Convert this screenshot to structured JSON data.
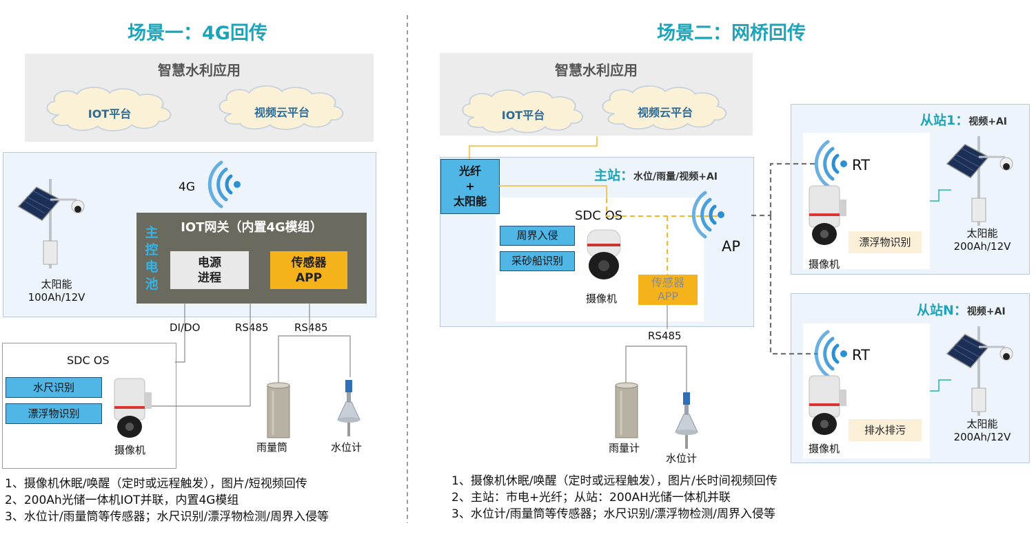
{
  "left": {
    "title": "场景一：4G回传",
    "app_panel": {
      "title": "智慧水利应用",
      "cloud1": "IOT平台",
      "cloud2": "视频云平台"
    },
    "signal_label": "4G",
    "gateway": {
      "title": "IOT网关（内置4G模组）",
      "side_label": "主控电池",
      "power_box": "电源进程",
      "sensor_box": "传感器APP"
    },
    "solar_label": "太阳能\n100Ah/12V",
    "ports": {
      "dido": "DI/DO",
      "rs485a": "RS485",
      "rs485b": "RS485"
    },
    "sdc": {
      "title": "SDC OS",
      "tag1": "水尺识别",
      "tag2": "漂浮物识别",
      "camera": "摄像机"
    },
    "sensors": {
      "rain": "雨量筒",
      "water": "水位计"
    },
    "notes": [
      "1、摄像机休眠/唤醒（定时或远程触发），图片/短视频回传",
      "2、200Ah光储一体机IOT并联，内置4G模组",
      "3、水位计/雨量筒等传感器；水尺识别/漂浮物检测/周界入侵等"
    ]
  },
  "right": {
    "title": "场景二：网桥回传",
    "app_panel": {
      "title": "智慧水利应用",
      "cloud1": "IOT平台",
      "cloud2": "视频云平台"
    },
    "fiber_box": "光纤\n+\n太阳能",
    "main_station": {
      "label": "主站：",
      "desc": "水位/雨量/视频+AI"
    },
    "sdc_title": "SDC OS",
    "tag1": "周界入侵",
    "tag2": "采砂船识别",
    "camera": "摄像机",
    "sensor_app": "传感器\nAPP",
    "ap": "AP",
    "rs485": "RS485",
    "sensors": {
      "rain": "雨量计",
      "water": "水位计"
    },
    "slave1": {
      "label": "从站1：",
      "desc": "视频+AI",
      "rt": "RT",
      "tag": "漂浮物识别",
      "camera": "摄像机",
      "solar": "太阳能\n200Ah/12V"
    },
    "slaveN": {
      "label": "从站N：",
      "desc": "视频+AI",
      "rt": "RT",
      "tag": "排水排污",
      "camera": "摄像机",
      "solar": "太阳能\n200Ah/12V"
    },
    "notes": [
      "1、摄像机休眠/唤醒（定时或远程触发），图片/长时间视频回传",
      "2、主站：市电+光纤；从站：200AH光储一体机并联",
      "3、水位计/雨量筒等传感器；水尺识别/漂浮物检测/周界入侵等"
    ]
  },
  "colors": {
    "title": "#1da4b8",
    "panel_gray": "#ececec",
    "panel_blue": "#eef4fb",
    "tag_blue": "#4fb6e6",
    "sensor_app": "#f6b21b",
    "gateway": "#6b6a5e",
    "signal": "#2c8fd4",
    "orange_line": "#f5b531"
  }
}
